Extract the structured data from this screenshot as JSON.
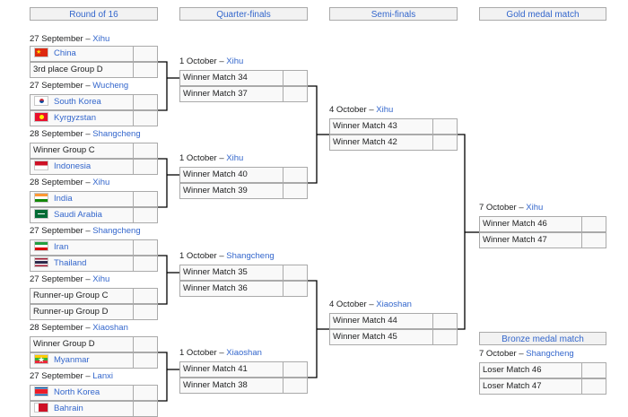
{
  "headers": {
    "round16": "Round of 16",
    "qf": "Quarter-finals",
    "sf": "Semi-finals",
    "gold": "Gold medal match",
    "bronze": "Bronze medal match"
  },
  "round16": [
    {
      "date": "27 September – ",
      "venue": "Xihu",
      "teams": [
        {
          "name": "China",
          "flag": "china-flag",
          "link": true
        },
        {
          "name": "3rd place Group D",
          "link": false
        }
      ]
    },
    {
      "date": "27 September – ",
      "venue": "Wucheng",
      "teams": [
        {
          "name": "South Korea",
          "flag": "south-korea-flag",
          "link": true
        },
        {
          "name": "Kyrgyzstan",
          "flag": "kyrgyzstan-flag",
          "link": true
        }
      ]
    },
    {
      "date": "28 September – ",
      "venue": "Shangcheng",
      "teams": [
        {
          "name": "Winner Group C",
          "link": false
        },
        {
          "name": "Indonesia",
          "flag": "indonesia-flag",
          "link": true
        }
      ]
    },
    {
      "date": "28 September – ",
      "venue": "Xihu",
      "teams": [
        {
          "name": "India",
          "flag": "india-flag",
          "link": true
        },
        {
          "name": "Saudi Arabia",
          "flag": "saudi-arabia-flag",
          "link": true
        }
      ]
    },
    {
      "date": "27 September – ",
      "venue": "Shangcheng",
      "teams": [
        {
          "name": "Iran",
          "flag": "iran-flag",
          "link": true
        },
        {
          "name": "Thailand",
          "flag": "thailand-flag",
          "link": true
        }
      ]
    },
    {
      "date": "27 September – ",
      "venue": "Xihu",
      "teams": [
        {
          "name": "Runner-up Group C",
          "link": false
        },
        {
          "name": "Runner-up  Group D",
          "link": false
        }
      ]
    },
    {
      "date": "28 September – ",
      "venue": "Xiaoshan",
      "teams": [
        {
          "name": "Winner Group D",
          "link": false
        },
        {
          "name": "Myanmar",
          "flag": "myanmar-flag",
          "link": true
        }
      ]
    },
    {
      "date": "27 September – ",
      "venue": "Lanxi",
      "teams": [
        {
          "name": "North Korea",
          "flag": "north-korea-flag",
          "link": true
        },
        {
          "name": "Bahrain",
          "flag": "bahrain-flag",
          "link": true
        }
      ]
    }
  ],
  "quarterfinals": [
    {
      "date": "1 October – ",
      "venue": "Xihu",
      "teams": [
        {
          "name": "Winner Match 34"
        },
        {
          "name": "Winner Match 37"
        }
      ]
    },
    {
      "date": "1 October – ",
      "venue": "Xihu",
      "teams": [
        {
          "name": "Winner Match 40"
        },
        {
          "name": "Winner Match 39"
        }
      ]
    },
    {
      "date": "1 October – ",
      "venue": "Shangcheng",
      "teams": [
        {
          "name": "Winner Match 35"
        },
        {
          "name": "Winner Match 36"
        }
      ]
    },
    {
      "date": "1 October – ",
      "venue": "Xiaoshan",
      "teams": [
        {
          "name": "Winner Match 41"
        },
        {
          "name": "Winner Match 38"
        }
      ]
    }
  ],
  "semifinals": [
    {
      "date": "4 October – ",
      "venue": "Xihu",
      "teams": [
        {
          "name": "Winner Match 43"
        },
        {
          "name": "Winner Match 42"
        }
      ]
    },
    {
      "date": "4 October – ",
      "venue": "Xiaoshan",
      "teams": [
        {
          "name": "Winner Match 44"
        },
        {
          "name": "Winner Match 45"
        }
      ]
    }
  ],
  "gold": {
    "date": "7 October – ",
    "venue": "Xihu",
    "teams": [
      {
        "name": "Winner Match 46"
      },
      {
        "name": "Winner Match 47"
      }
    ]
  },
  "bronze": {
    "date": "7 October – ",
    "venue": "Shangcheng",
    "teams": [
      {
        "name": "Loser Match 46"
      },
      {
        "name": "Loser Match 47"
      }
    ]
  },
  "colors": {
    "link": "#3366cc",
    "header_bg": "#f2f2f2",
    "border": "#aaaaaa",
    "line": "#000000"
  }
}
